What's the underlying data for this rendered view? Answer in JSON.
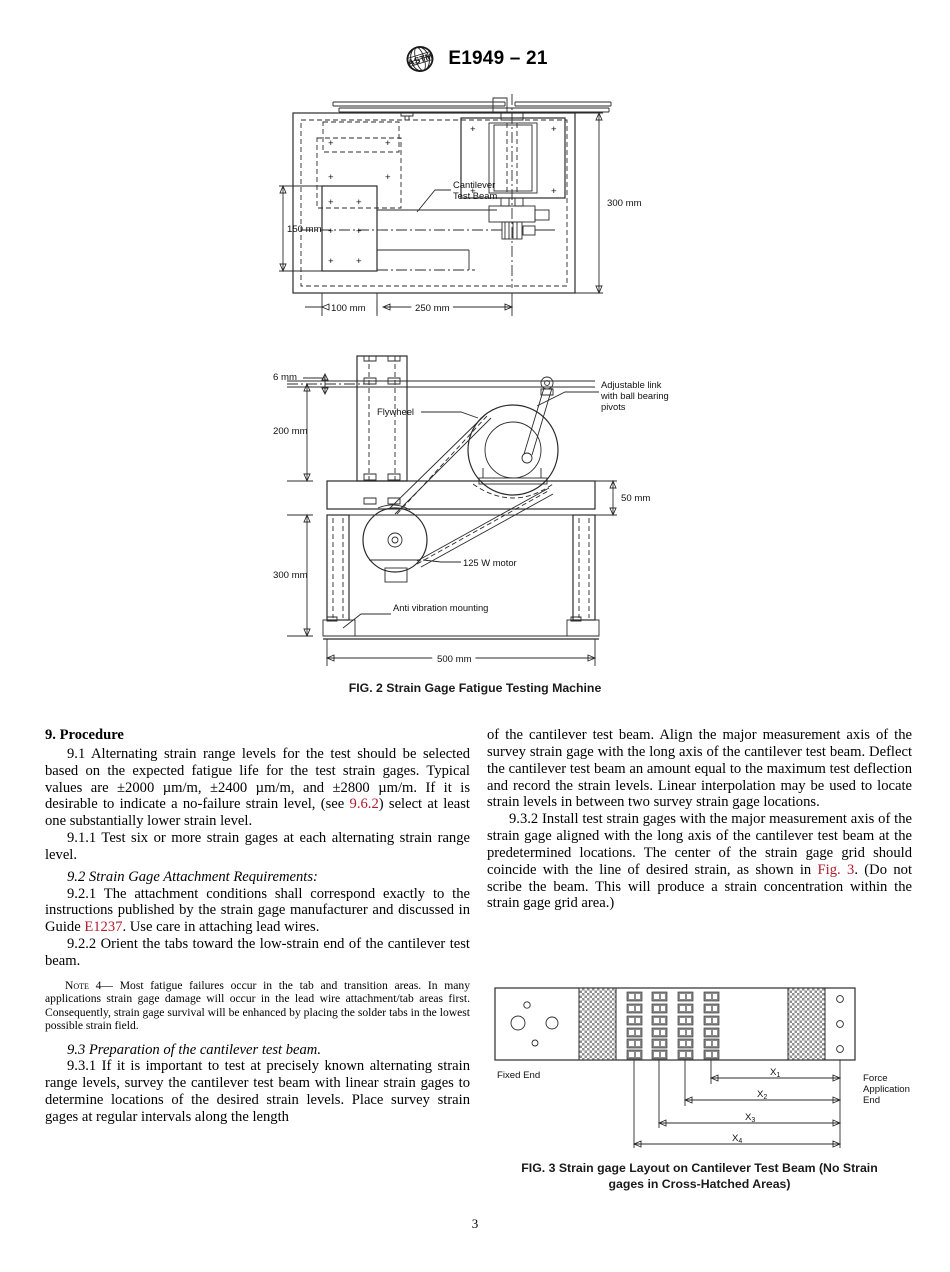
{
  "header": {
    "logo_icon": "astm-logo-icon",
    "designation": "E1949 – 21"
  },
  "page_number": "3",
  "figures": {
    "fig2": {
      "caption": "FIG. 2 Strain Gage Fatigue Testing Machine",
      "plan_view": {
        "labels": {
          "cantilever_test_beam": "Cantilever\nTest Beam",
          "cantilever_line1": "Cantilever",
          "cantilever_line2": "Test Beam"
        },
        "dimensions": {
          "height_right": "300 mm",
          "height_left": "150 mm",
          "width_left": "100 mm",
          "width_right": "250 mm"
        }
      },
      "side_view": {
        "labels": {
          "beam_thickness": "6 mm",
          "flywheel": "Flywheel",
          "adjustable_link_l1": "Adjustable link",
          "adjustable_link_l2": "with ball bearing",
          "adjustable_link_l3": "pivots",
          "motor": "125 W motor",
          "anti_vibration": "Anti vibration mounting"
        },
        "dimensions": {
          "upper_height": "200 mm",
          "table_thickness": "50 mm",
          "leg_height": "300 mm",
          "overall_width": "500 mm"
        }
      }
    },
    "fig3": {
      "caption_line1": "FIG. 3 Strain gage Layout on Cantilever Test Beam (No Strain",
      "caption_line2": "gages in Cross-Hatched Areas)",
      "labels": {
        "fixed_end": "Fixed End",
        "force_application_l1": "Force",
        "force_application_l2": "Application",
        "force_application_l3": "End",
        "x1": "X",
        "x1_sub": "1",
        "x2": "X",
        "x2_sub": "2",
        "x3": "X",
        "x3_sub": "3",
        "x4": "X",
        "x4_sub": "4"
      },
      "gage_grid": {
        "columns": 4,
        "rows": 6
      }
    }
  },
  "left_column": {
    "section_heading": "9.  Procedure",
    "p91_a": "9.1 Alternating strain range levels for the test should be selected based on the expected fatigue life for the test strain gages. Typical values are ±2000 µm/m, ±2400 µm/m, and ±2800 µm/m. If it is desirable to indicate a no-failure strain level, (see ",
    "p91_link": "9.6.2",
    "p91_b": ") select at least one substantially lower strain level.",
    "p911": "9.1.1  Test six or more strain gages at each alternating strain range level.",
    "p92_head": "9.2  Strain Gage Attachment Requirements:",
    "p921_a": "9.2.1  The attachment conditions shall correspond exactly to the instructions published by the strain gage manufacturer and discussed in Guide ",
    "p921_link": "E1237",
    "p921_b": ". Use care in attaching lead wires.",
    "p922": "9.2.2 Orient the tabs toward the low-strain end of the cantilever test beam.",
    "note4_label": "Note",
    "note4_text": " 4— Most fatigue failures occur in the tab and transition areas. In many applications strain gage damage will occur in the lead wire attachment/tab areas first. Consequently, strain gage survival will be enhanced by placing the solder tabs in the lowest possible strain field.",
    "p93_head": "9.3  Preparation of the cantilever test beam.",
    "p931": "9.3.1  If it is important to test at precisely known alternating strain range levels, survey the cantilever test beam with linear strain gages to determine locations of the desired strain levels. Place survey strain gages at regular intervals along the length"
  },
  "right_column": {
    "p931_cont": "of the cantilever test beam. Align the major measurement axis of the survey strain gage with the long axis of the cantilever test beam. Deflect the cantilever test beam an amount equal to the maximum test deflection and record the strain levels. Linear interpolation may be used to locate strain levels in between two survey strain gage locations.",
    "p932_a": "9.3.2 Install test strain gages with the major measurement axis of the strain gage aligned with the long axis of the cantilever test beam at the predetermined locations. The center of the strain gage grid should coincide with the line of desired strain, as shown in ",
    "p932_link": "Fig. 3",
    "p932_b": ". (Do not scribe the beam. This will produce a strain concentration within the strain gage grid area.)"
  },
  "colors": {
    "link": "#b01b2e",
    "line": "#2b2b2b",
    "hatch": "#9a9a9a",
    "gage": "#8a8a8a"
  }
}
